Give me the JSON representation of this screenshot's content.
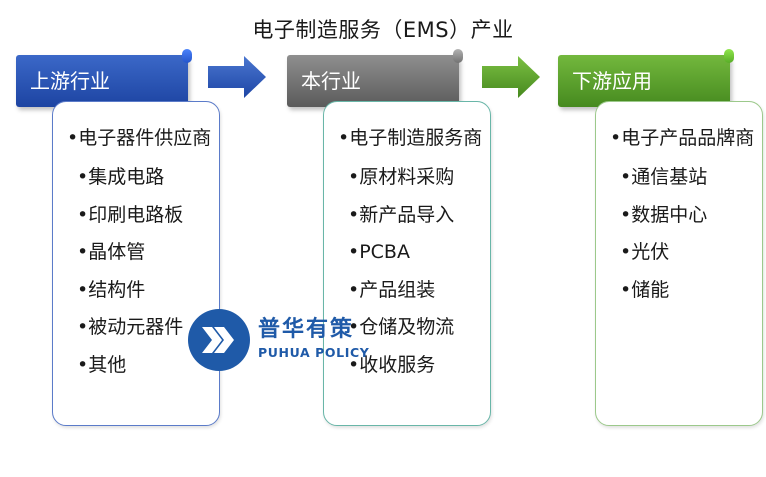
{
  "title": "电子制造服务（EMS）产业",
  "columns": [
    {
      "header": "上游行业",
      "main": "•电子器件供应商",
      "items": [
        "•集成电路",
        "•印刷电路板",
        "•晶体管",
        "•结构件",
        "•被动元器件",
        "•其他"
      ],
      "color": "#2a55b5"
    },
    {
      "header": "本行业",
      "main": "•电子制造服务商",
      "items": [
        "•原材料采购",
        "•新产品导入",
        "•PCBA",
        "•产品组装",
        "•仓储及物流",
        "•收收服务"
      ],
      "color": "#777777"
    },
    {
      "header": "下游应用",
      "main": "•电子产品品牌商",
      "items": [
        "•通信基站",
        "•数据中心",
        "•光伏",
        "•储能"
      ],
      "color": "#5ca12e"
    }
  ],
  "watermark": {
    "name_cn": "普华有策",
    "name_en": "PUHUA POLICY",
    "icon": "puhua-logo-icon"
  }
}
